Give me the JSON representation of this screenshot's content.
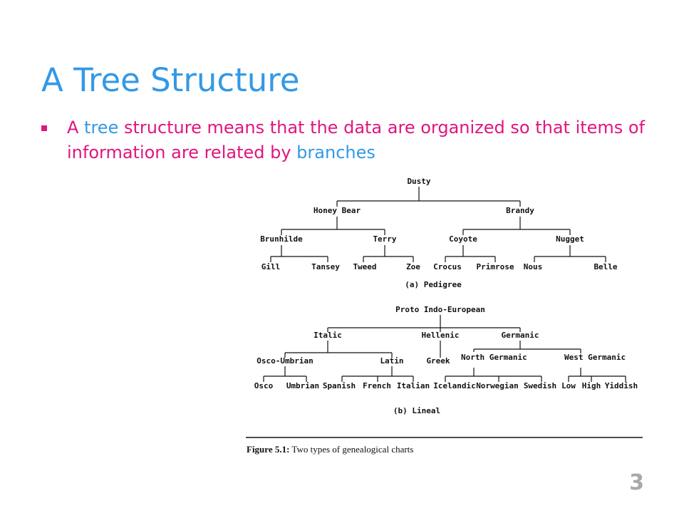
{
  "slide": {
    "title": "A Tree Structure",
    "bullet": {
      "parts": [
        {
          "text": "A ",
          "color": "#e0157f"
        },
        {
          "text": "tree",
          "color": "#3399e6"
        },
        {
          "text": " structure means that the data are organized so that items of information are related by ",
          "color": "#e0157f"
        },
        {
          "text": "branches",
          "color": "#3399e6"
        }
      ]
    },
    "page_number": "3"
  },
  "figure": {
    "pedigree": {
      "root": "Dusty",
      "level1": [
        "Honey Bear",
        "Brandy"
      ],
      "level2": [
        "Brunhilde",
        "Terry",
        "Coyote",
        "Nugget"
      ],
      "level3": [
        "Gill",
        "Tansey",
        "Tweed",
        "Zoe",
        "Crocus",
        "Primrose",
        "Nous",
        "Belle"
      ],
      "caption": "(a) Pedigree"
    },
    "lineal": {
      "root": "Proto Indo-European",
      "level1": [
        "Italic",
        "Hellenic",
        "Germanic"
      ],
      "level2": [
        "Osco-Umbrian",
        "Latin",
        "Greek",
        "North Germanic",
        "West Germanic"
      ],
      "level3": [
        "Osco",
        "Umbrian",
        "Spanish",
        "French",
        "Italian",
        "Icelandic",
        "Norwegian",
        "Swedish",
        "Low",
        "High",
        "Yiddish"
      ],
      "caption": "(b) Lineal"
    },
    "caption_label": "Figure 5.1:",
    "caption_text": " Two types of genealogical charts"
  },
  "colors": {
    "title": "#3399e6",
    "bullet_text": "#e0157f",
    "highlight": "#3399e6",
    "page_number": "#a8a8a8"
  }
}
